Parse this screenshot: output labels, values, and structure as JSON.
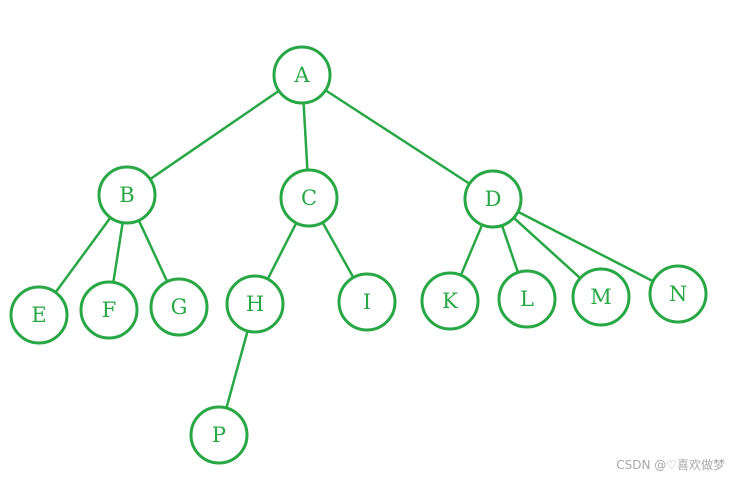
{
  "colors": {
    "stroke": "#28a745",
    "text": "#28a745",
    "watermark": "#a8a8a8"
  },
  "tree": {
    "nodes": [
      {
        "id": "A",
        "label": "A"
      },
      {
        "id": "B",
        "label": "B"
      },
      {
        "id": "C",
        "label": "C"
      },
      {
        "id": "D",
        "label": "D"
      },
      {
        "id": "E",
        "label": "E"
      },
      {
        "id": "F",
        "label": "F"
      },
      {
        "id": "G",
        "label": "G"
      },
      {
        "id": "H",
        "label": "H"
      },
      {
        "id": "I",
        "label": "I"
      },
      {
        "id": "K",
        "label": "K"
      },
      {
        "id": "L",
        "label": "L"
      },
      {
        "id": "M",
        "label": "M"
      },
      {
        "id": "N",
        "label": "N"
      },
      {
        "id": "P",
        "label": "P"
      }
    ],
    "edges": [
      {
        "from": "A",
        "to": "B"
      },
      {
        "from": "A",
        "to": "C"
      },
      {
        "from": "A",
        "to": "D"
      },
      {
        "from": "B",
        "to": "E"
      },
      {
        "from": "B",
        "to": "F"
      },
      {
        "from": "B",
        "to": "G"
      },
      {
        "from": "C",
        "to": "H"
      },
      {
        "from": "C",
        "to": "I"
      },
      {
        "from": "H",
        "to": "P"
      },
      {
        "from": "D",
        "to": "K"
      },
      {
        "from": "D",
        "to": "L"
      },
      {
        "from": "D",
        "to": "M"
      },
      {
        "from": "D",
        "to": "N"
      }
    ]
  },
  "watermark": "CSDN @♡喜欢做梦"
}
